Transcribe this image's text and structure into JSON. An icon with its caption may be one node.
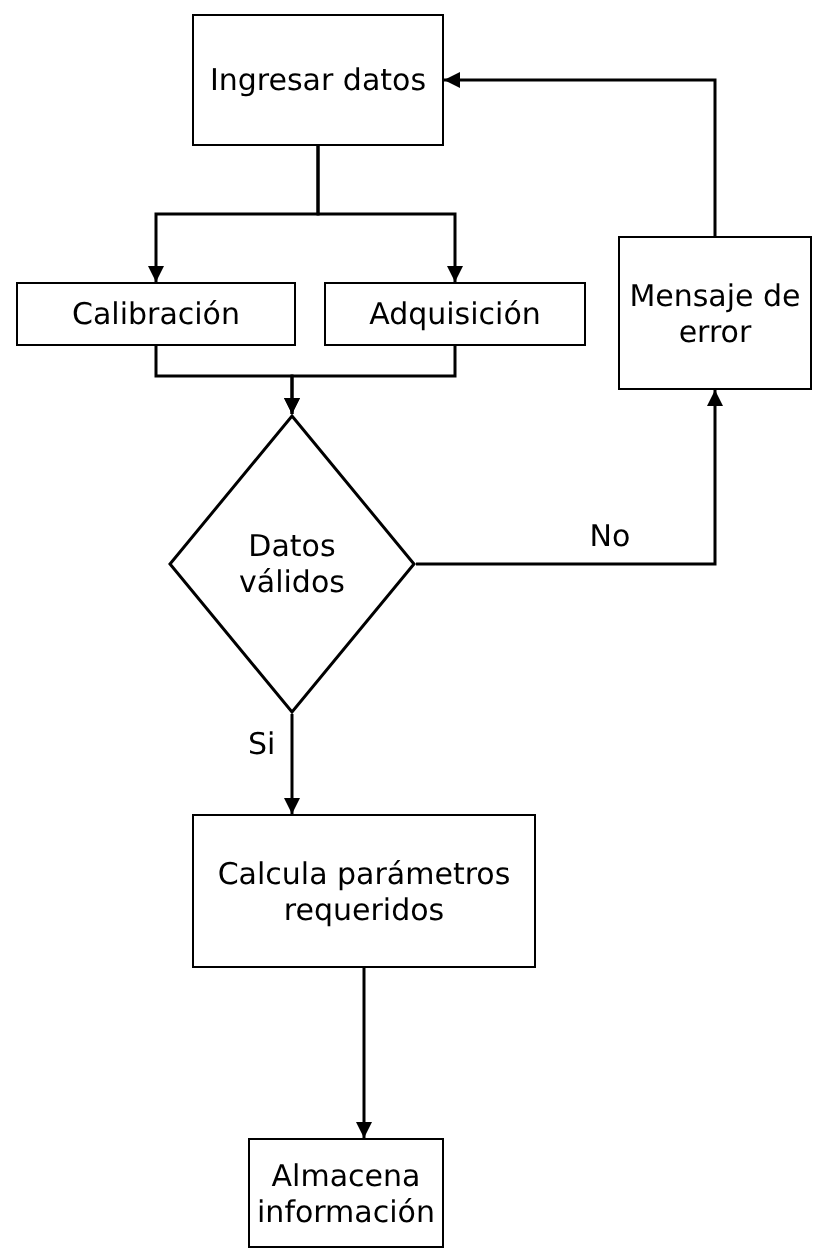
{
  "diagram": {
    "nodes": [
      {
        "text": [
          "Ingresar datos"
        ]
      },
      {
        "text": [
          "Calibración"
        ]
      },
      {
        "text": [
          "Adquisición"
        ]
      },
      {
        "text": [
          "Datos válidos"
        ]
      },
      {
        "text": [
          "Mensaje de error"
        ]
      },
      {
        "text": [
          "Calcula parámetros requeridos"
        ]
      },
      {
        "text": [
          "Almacena información"
        ]
      }
    ],
    "edges": [
      {
        "from": 0,
        "to": 1,
        "arrow": "to"
      },
      {
        "from": 0,
        "to": 2,
        "arrow": "to"
      },
      {
        "from": 1,
        "to": 3,
        "arrow": "to"
      },
      {
        "from": 2,
        "to": 3,
        "arrow": "to"
      },
      {
        "from": 3,
        "to": 4,
        "label": "No",
        "arrow": "to"
      },
      {
        "from": 4,
        "to": 0,
        "arrow": "to"
      },
      {
        "from": 3,
        "to": 5,
        "label": "Si",
        "arrow": "to"
      },
      {
        "from": 5,
        "to": 6,
        "arrow": "to"
      }
    ]
  }
}
